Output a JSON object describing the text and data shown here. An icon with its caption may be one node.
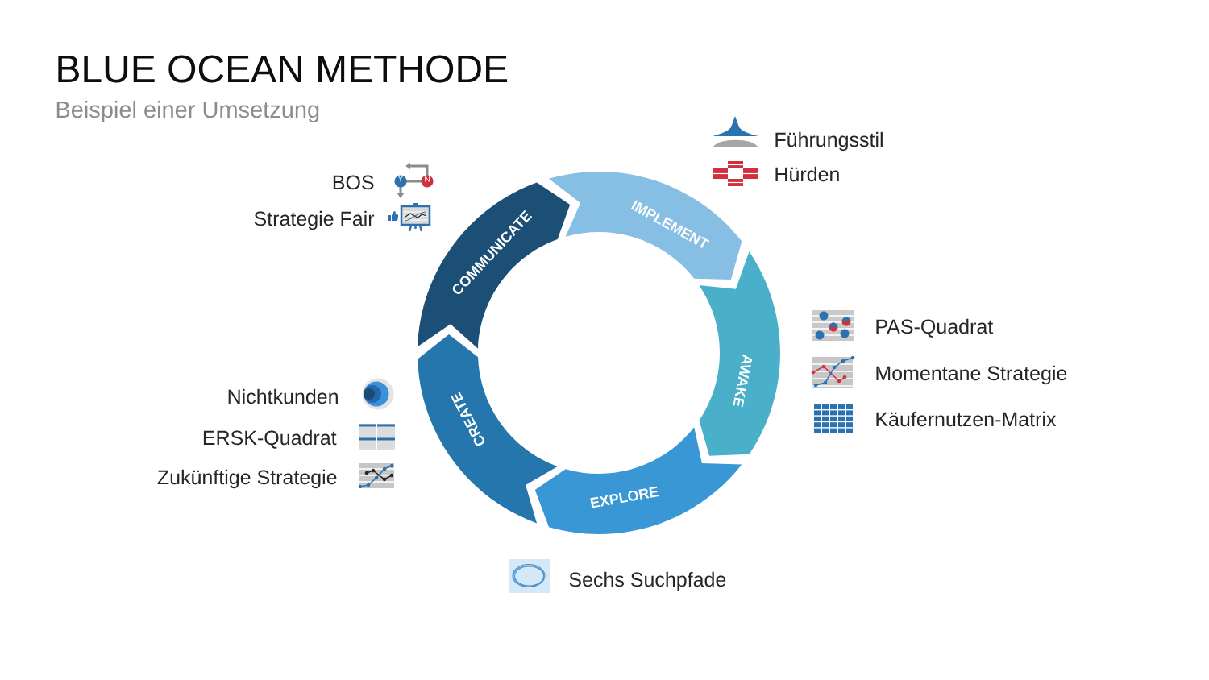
{
  "diagram": {
    "title": "BLUE OCEAN METHODE",
    "nodes": [
      {
        "text": [
          "COMMUNICATE"
        ],
        "beside": [
          "BOS",
          "Strategie Fair"
        ]
      },
      {
        "text": [
          "IMPLEMENT"
        ],
        "beside": [
          "Führungsstil",
          "Hürden"
        ]
      },
      {
        "text": [
          "AWAKE"
        ],
        "beside": [
          "PAS-Quadrat",
          "Momentane Strategie",
          "Käufernutzen-Matrix"
        ]
      },
      {
        "text": [
          "EXPLORE"
        ],
        "beside": [
          "Sechs Suchpfade"
        ]
      },
      {
        "text": [
          "CREATE"
        ],
        "beside": [
          "Nichtkunden",
          "ERSK-Quadrat",
          "Zukünftige Strategie"
        ]
      }
    ],
    "labels": [
      "Beispiel einer Umsetzung",
      "Y",
      "N"
    ]
  }
}
